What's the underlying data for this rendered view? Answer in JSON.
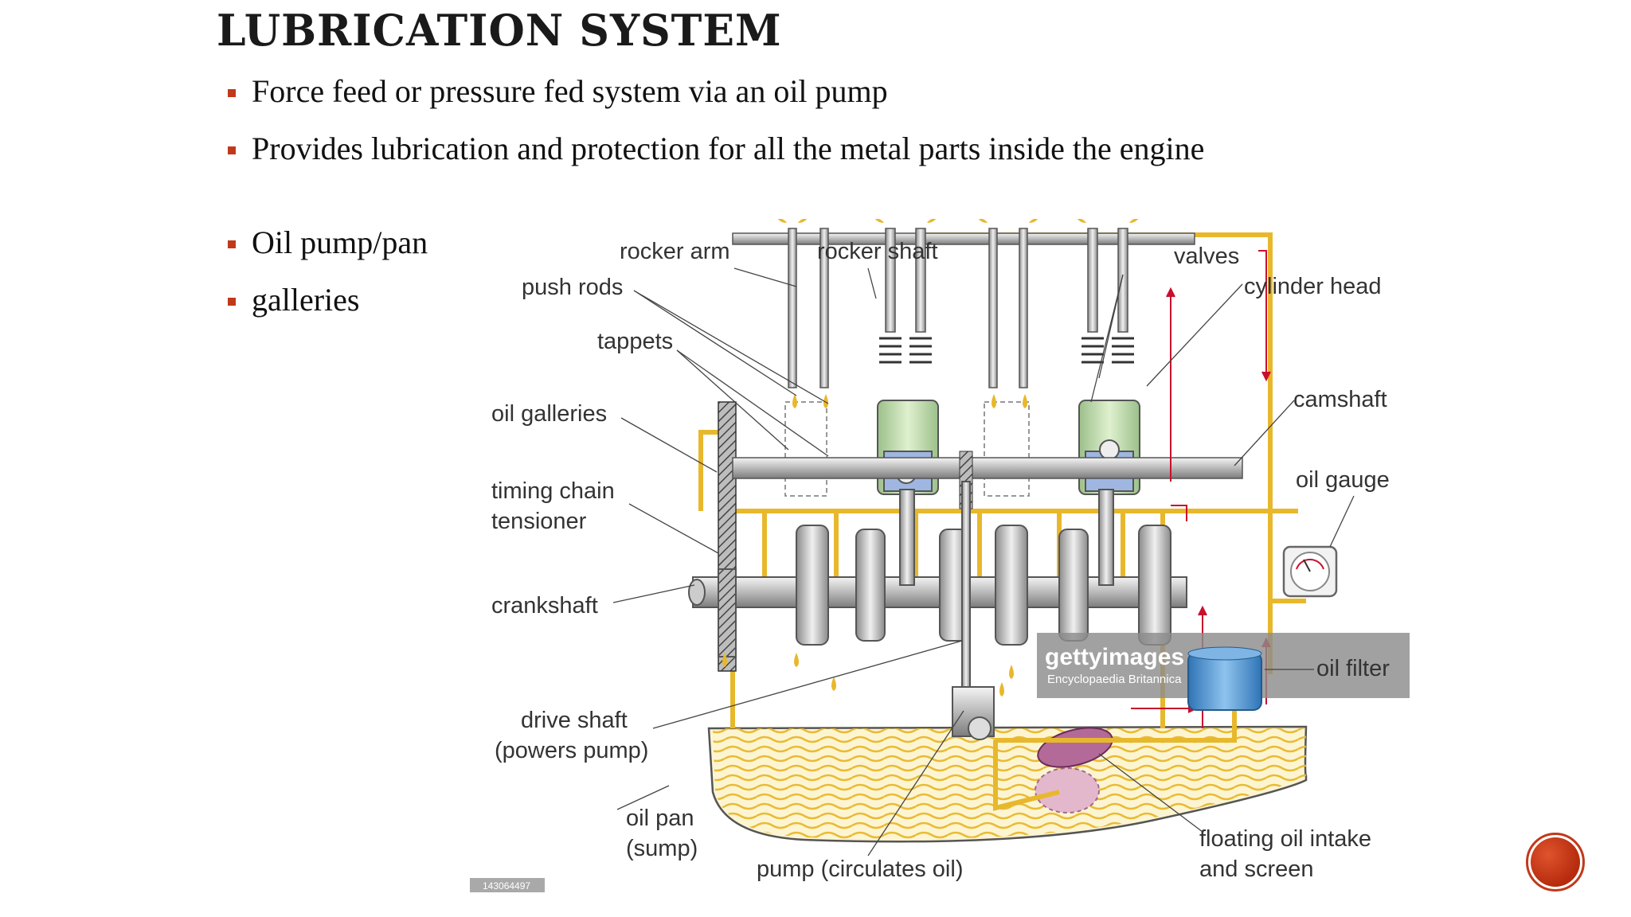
{
  "slide": {
    "title": "LUBRICATION SYSTEM",
    "bullets": [
      "Force feed or pressure fed system via an oil pump",
      "Provides lubrication and protection for all the metal parts inside the engine",
      "Oil pump/pan",
      "galleries"
    ]
  },
  "diagram": {
    "labels": {
      "rocker_arm": "rocker arm",
      "rocker_shaft": "rocker shaft",
      "valves": "valves",
      "push_rods": "push rods",
      "cylinder_head": "cylinder head",
      "tappets": "tappets",
      "camshaft": "camshaft",
      "oil_galleries": "oil galleries",
      "oil_gauge": "oil gauge",
      "timing_chain_line1": "timing chain",
      "timing_chain_line2": "tensioner",
      "crankshaft": "crankshaft",
      "oil_filter": "oil filter",
      "drive_shaft_line1": "drive shaft",
      "drive_shaft_line2": "(powers pump)",
      "oil_pan_line1": "oil pan",
      "oil_pan_line2": "(sump)",
      "pump": "pump (circulates oil)",
      "intake_line1": "floating oil intake",
      "intake_line2": "and screen"
    },
    "watermark": {
      "brand": "gettyimages",
      "credit": "Encyclopaedia Britannica",
      "image_id": "143064497"
    }
  },
  "colors": {
    "accent": "#c0391b",
    "oil": "#e8b82c",
    "flow_arrow": "#c8102e"
  }
}
